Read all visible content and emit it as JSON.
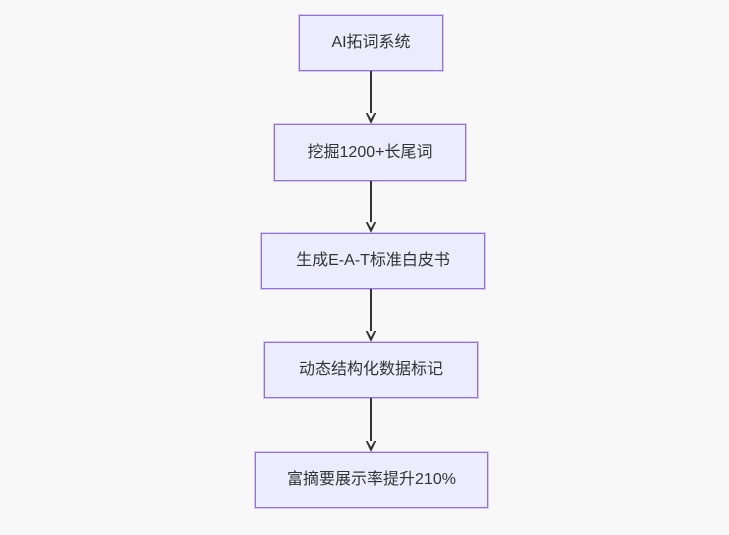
{
  "flowchart": {
    "type": "flowchart-vertical",
    "nodes": [
      {
        "label": "AI拓词系统"
      },
      {
        "label": "挖掘1200+长尾词"
      },
      {
        "label": "生成E-A-T标准白皮书"
      },
      {
        "label": "动态结构化数据标记"
      },
      {
        "label": "富摘要展示率提升210%"
      }
    ],
    "edges": [
      {
        "from": 0,
        "to": 1,
        "label": ""
      },
      {
        "from": 1,
        "to": 2,
        "label": ""
      },
      {
        "from": 2,
        "to": 3,
        "label": ""
      },
      {
        "from": 3,
        "to": 4,
        "label": ""
      }
    ],
    "colors": {
      "background": "#f8f8f8",
      "node_fill": "#ececff",
      "node_border": "#9370db",
      "node_text": "#333333",
      "arrow": "#333333"
    }
  }
}
